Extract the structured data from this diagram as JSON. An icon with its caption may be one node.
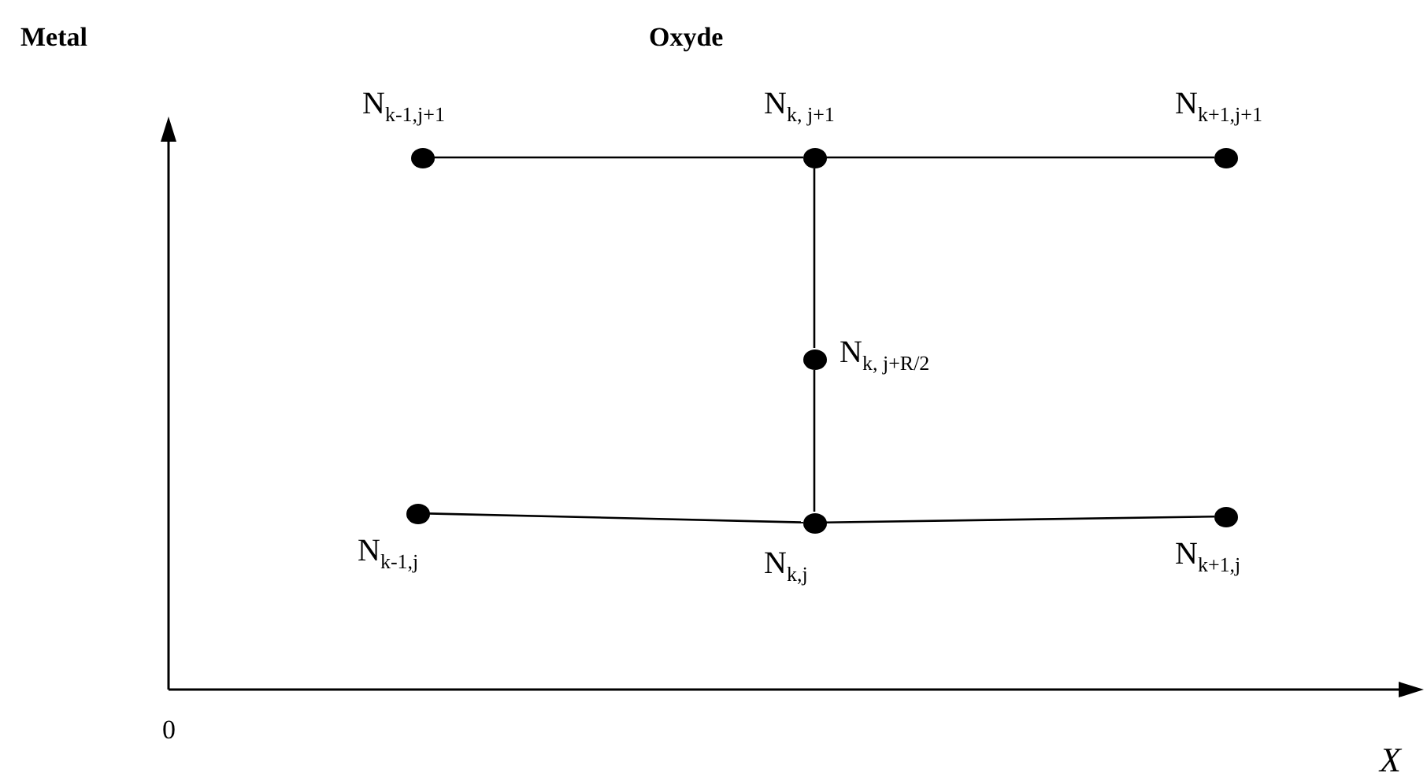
{
  "diagram": {
    "nodes": [
      {
        "text": [],
        "shape": "circle",
        "beside": [
          "N$_{k-1,j+1}$"
        ]
      },
      {
        "text": [],
        "shape": "circle",
        "beside": [
          "N$_{k, j+1}$"
        ]
      },
      {
        "text": [],
        "shape": "circle",
        "beside": [
          "N$_{k+1,j+1}$"
        ]
      },
      {
        "text": [],
        "shape": "circle",
        "beside": [
          "N$_{k, j+R/2}$"
        ]
      },
      {
        "text": [],
        "shape": "circle",
        "beside": [
          "N$_{k-1,j}$"
        ]
      },
      {
        "text": [],
        "shape": "circle",
        "beside": [
          "N$_{k,j}$"
        ]
      },
      {
        "text": [],
        "shape": "circle",
        "beside": [
          "N$_{k+1,j}$"
        ]
      }
    ],
    "edges": [
      {
        "from": 0,
        "to": 1,
        "arrow": "none"
      },
      {
        "from": 1,
        "to": 2,
        "arrow": "none"
      },
      {
        "from": 1,
        "to": 3,
        "arrow": "none"
      },
      {
        "from": 3,
        "to": 5,
        "arrow": "none"
      },
      {
        "from": 4,
        "to": 5,
        "arrow": "none"
      },
      {
        "from": 5,
        "to": 6,
        "arrow": "none"
      }
    ],
    "labels": [
      "Metal",
      "Oxyde",
      "0",
      "X"
    ]
  }
}
